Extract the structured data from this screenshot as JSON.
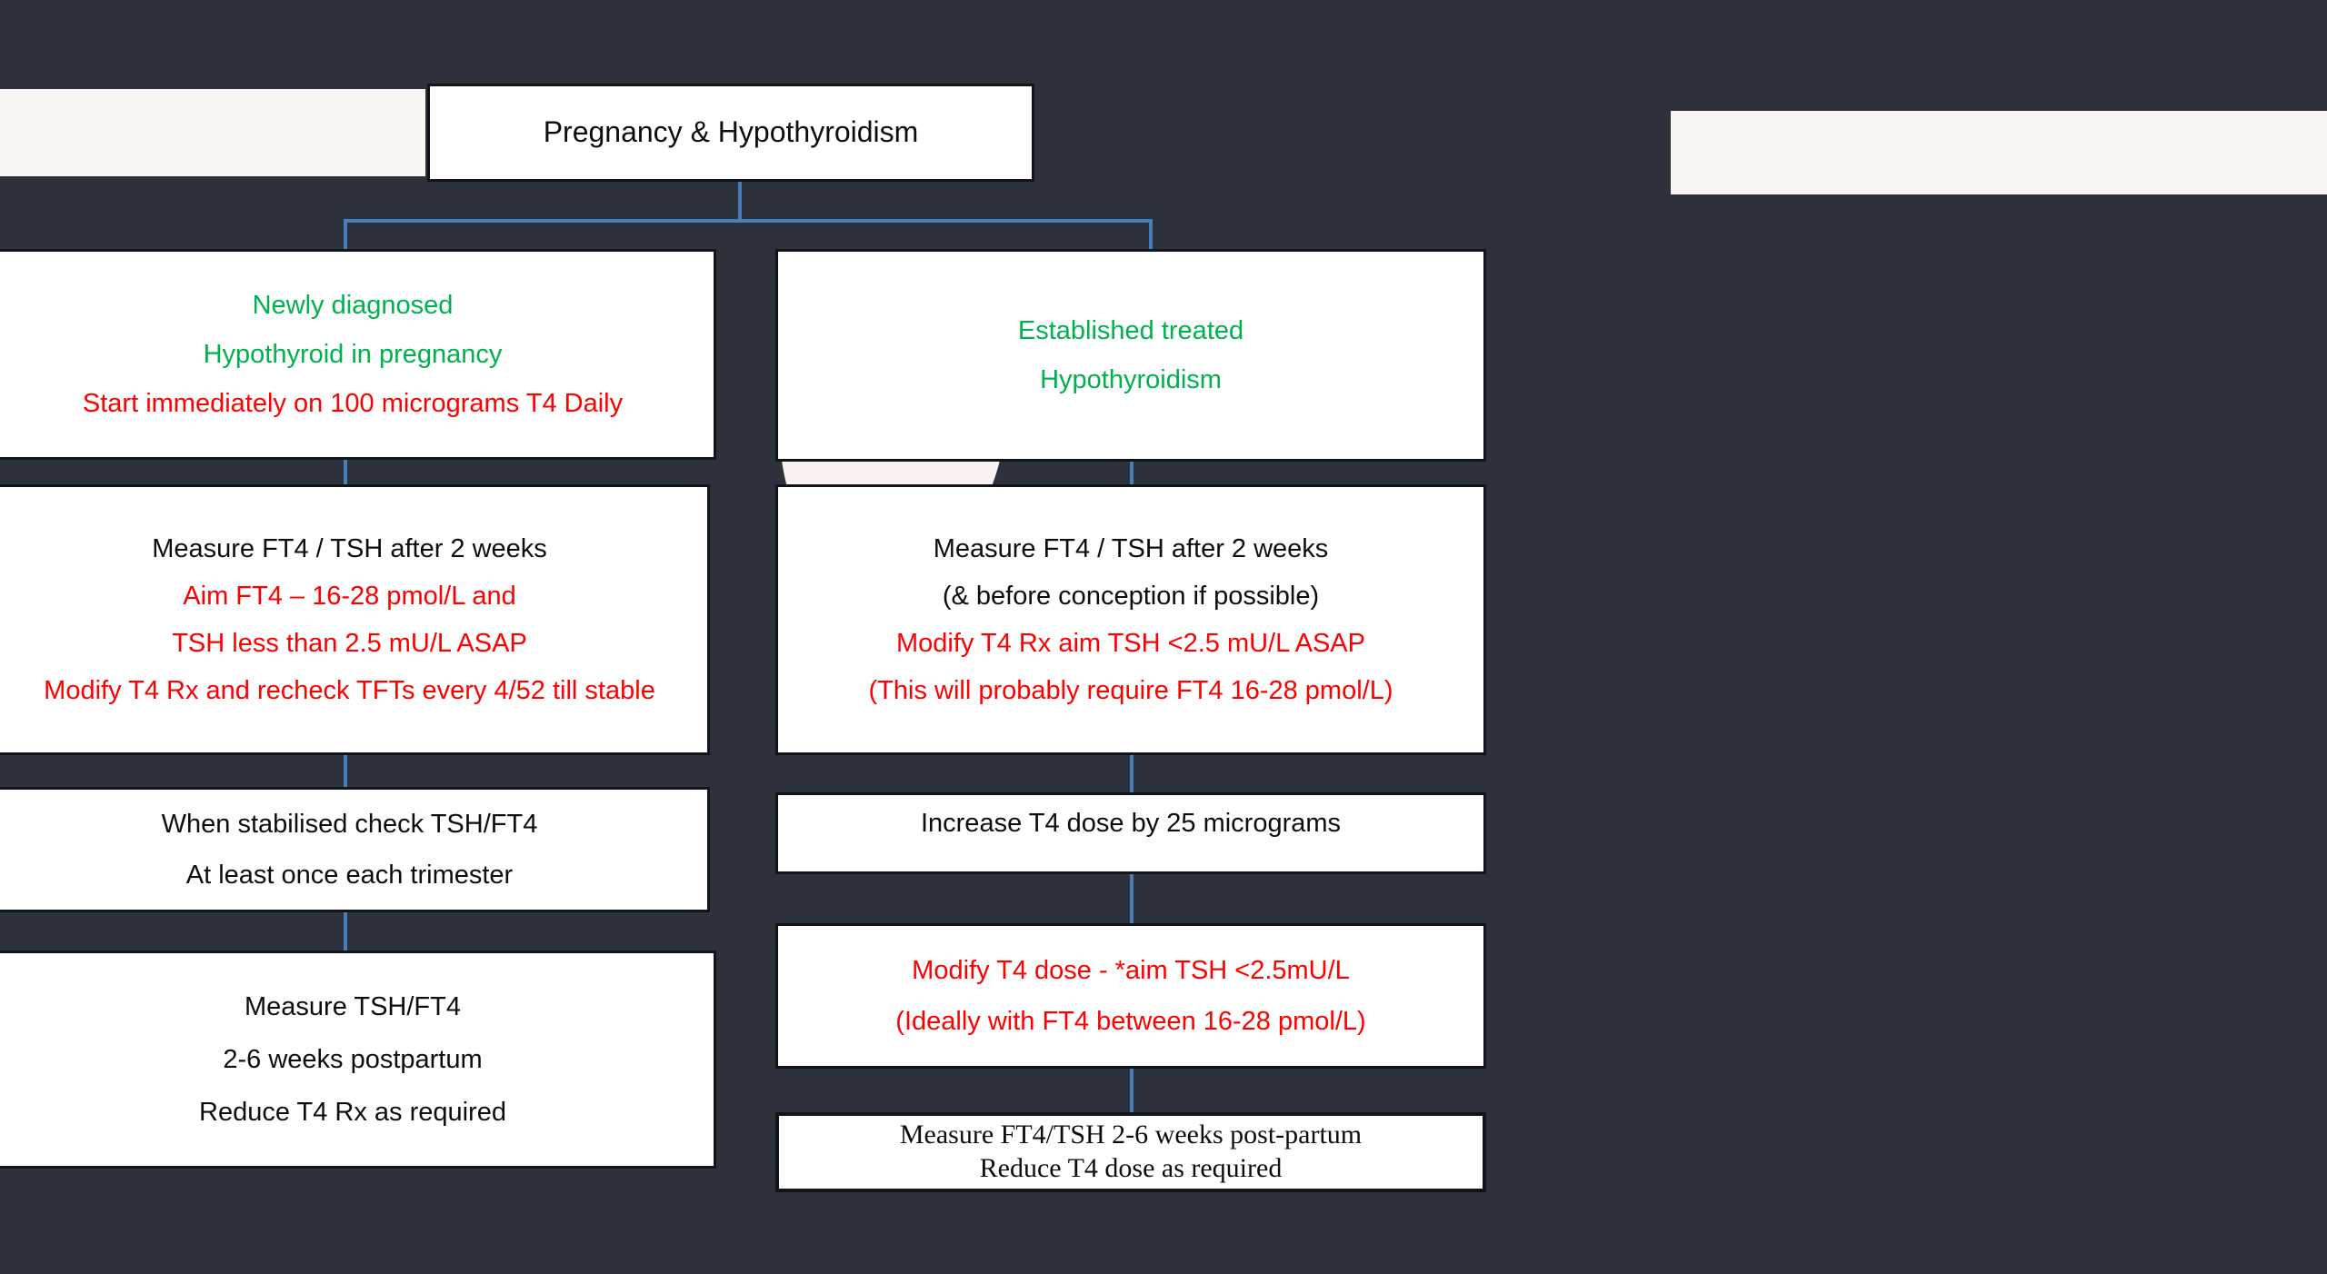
{
  "canvas": {
    "background_color": "#2c313c",
    "box_fill": "#ffffff",
    "box_border": "#111418",
    "connector_color": "#4a7ebb",
    "panel_fill": "#faf4f2"
  },
  "colors": {
    "black": "#0d0d0d",
    "green": "#00b24d",
    "red": "#fe0000"
  },
  "title": {
    "text": "Pregnancy & Hypothyroidism"
  },
  "panels": {
    "left_blank": "",
    "right_blank": ""
  },
  "left_branch": {
    "box1": {
      "line1": "Newly diagnosed",
      "line2": "Hypothyroid in pregnancy",
      "line3": "Start immediately on 100 micrograms T4 Daily"
    },
    "box2": {
      "line1": "Measure FT4 / TSH after 2 weeks",
      "line2": "Aim FT4 – 16-28 pmol/L and",
      "line3": "TSH less than 2.5 mU/L ASAP",
      "line4": "Modify T4 Rx and recheck TFTs every 4/52 till stable"
    },
    "box3": {
      "line1": "When stabilised check TSH/FT4",
      "line2": "At least once each trimester"
    },
    "box4": {
      "line1": "Measure TSH/FT4",
      "line2": "2-6 weeks postpartum",
      "line3": "Reduce T4 Rx as required"
    }
  },
  "right_branch": {
    "box1": {
      "line1": "Established treated",
      "line2": "Hypothyroidism"
    },
    "box2": {
      "line1": "Measure FT4 / TSH after 2 weeks",
      "line2": "(& before conception if possible)",
      "line3": "Modify T4 Rx aim TSH <2.5 mU/L ASAP",
      "line4": "(This will probably require FT4 16-28 pmol/L)"
    },
    "box3": {
      "line1": "Increase T4 dose by 25 micrograms"
    },
    "box4": {
      "line1": "Modify T4 dose - *aim TSH <2.5mU/L",
      "line2": "(Ideally with FT4 between 16-28 pmol/L)"
    },
    "box5": {
      "line1": "Measure FT4/TSH 2-6 weeks post-partum",
      "line2": "Reduce T4 dose as required"
    }
  }
}
